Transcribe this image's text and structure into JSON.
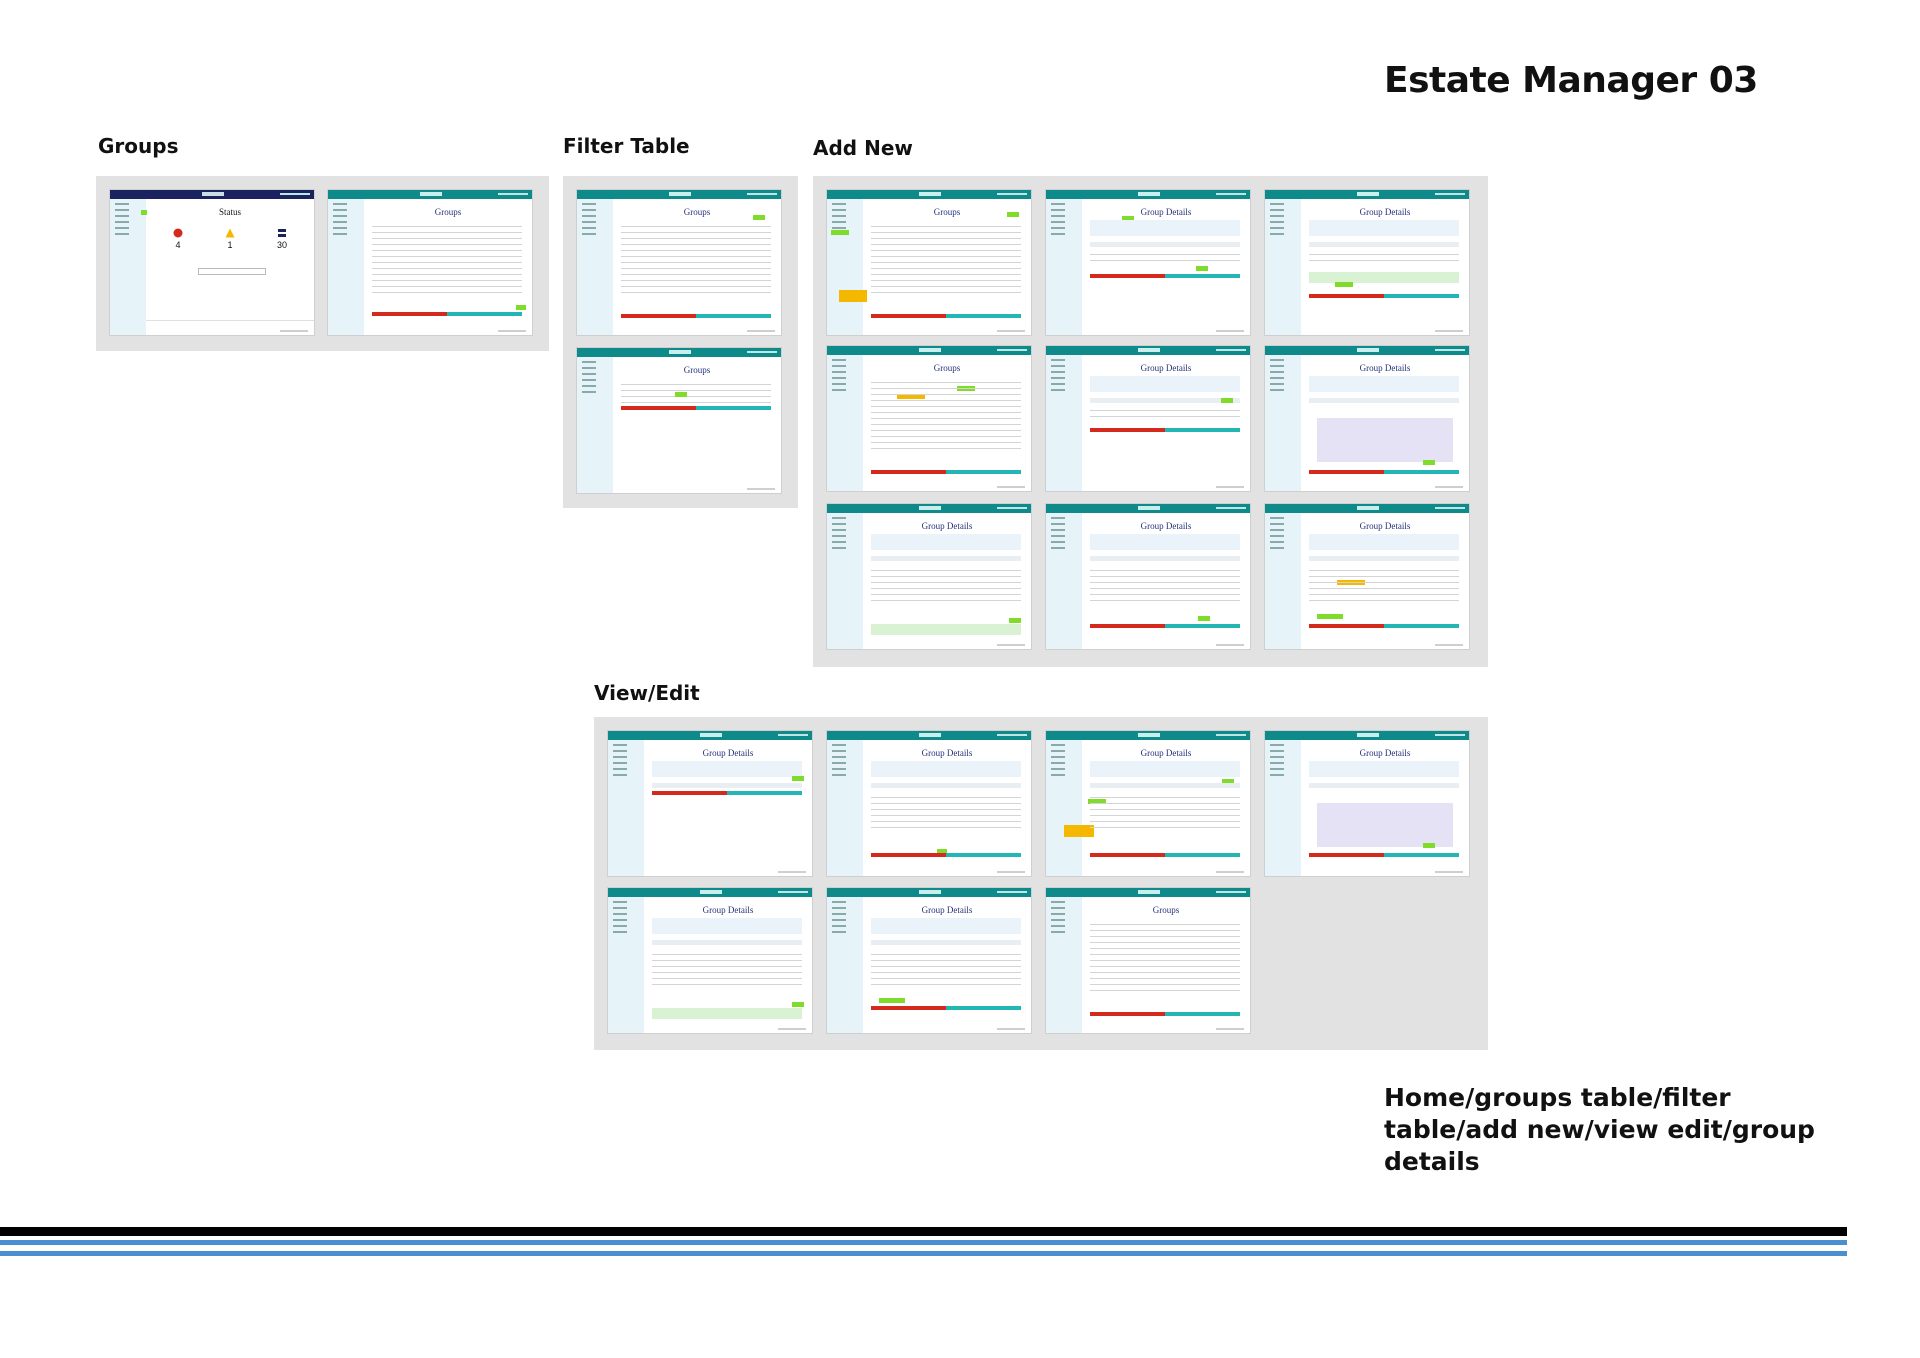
{
  "title": "Estate Manager 03",
  "sections": {
    "groups": "Groups",
    "filter_table": "Filter Table",
    "add_new": "Add New",
    "view_edit": "View/Edit"
  },
  "screens": {
    "status_title": "Status",
    "status_values": [
      "4",
      "1",
      "30"
    ],
    "groups_heading": "Groups",
    "group_details_heading": "Group Details"
  },
  "description": "Home/groups table/filter table/add new/view edit/group details",
  "colors": {
    "teal_bar": "#0e8a8a",
    "navy_bar": "#1a2360",
    "delete_red": "#d42a1e",
    "save_teal": "#24b5b5",
    "note_green": "#7fdc2a",
    "sticky_yellow": "#f5b800",
    "stripe_black": "#000000",
    "stripe_blue": "#4a90d0"
  }
}
